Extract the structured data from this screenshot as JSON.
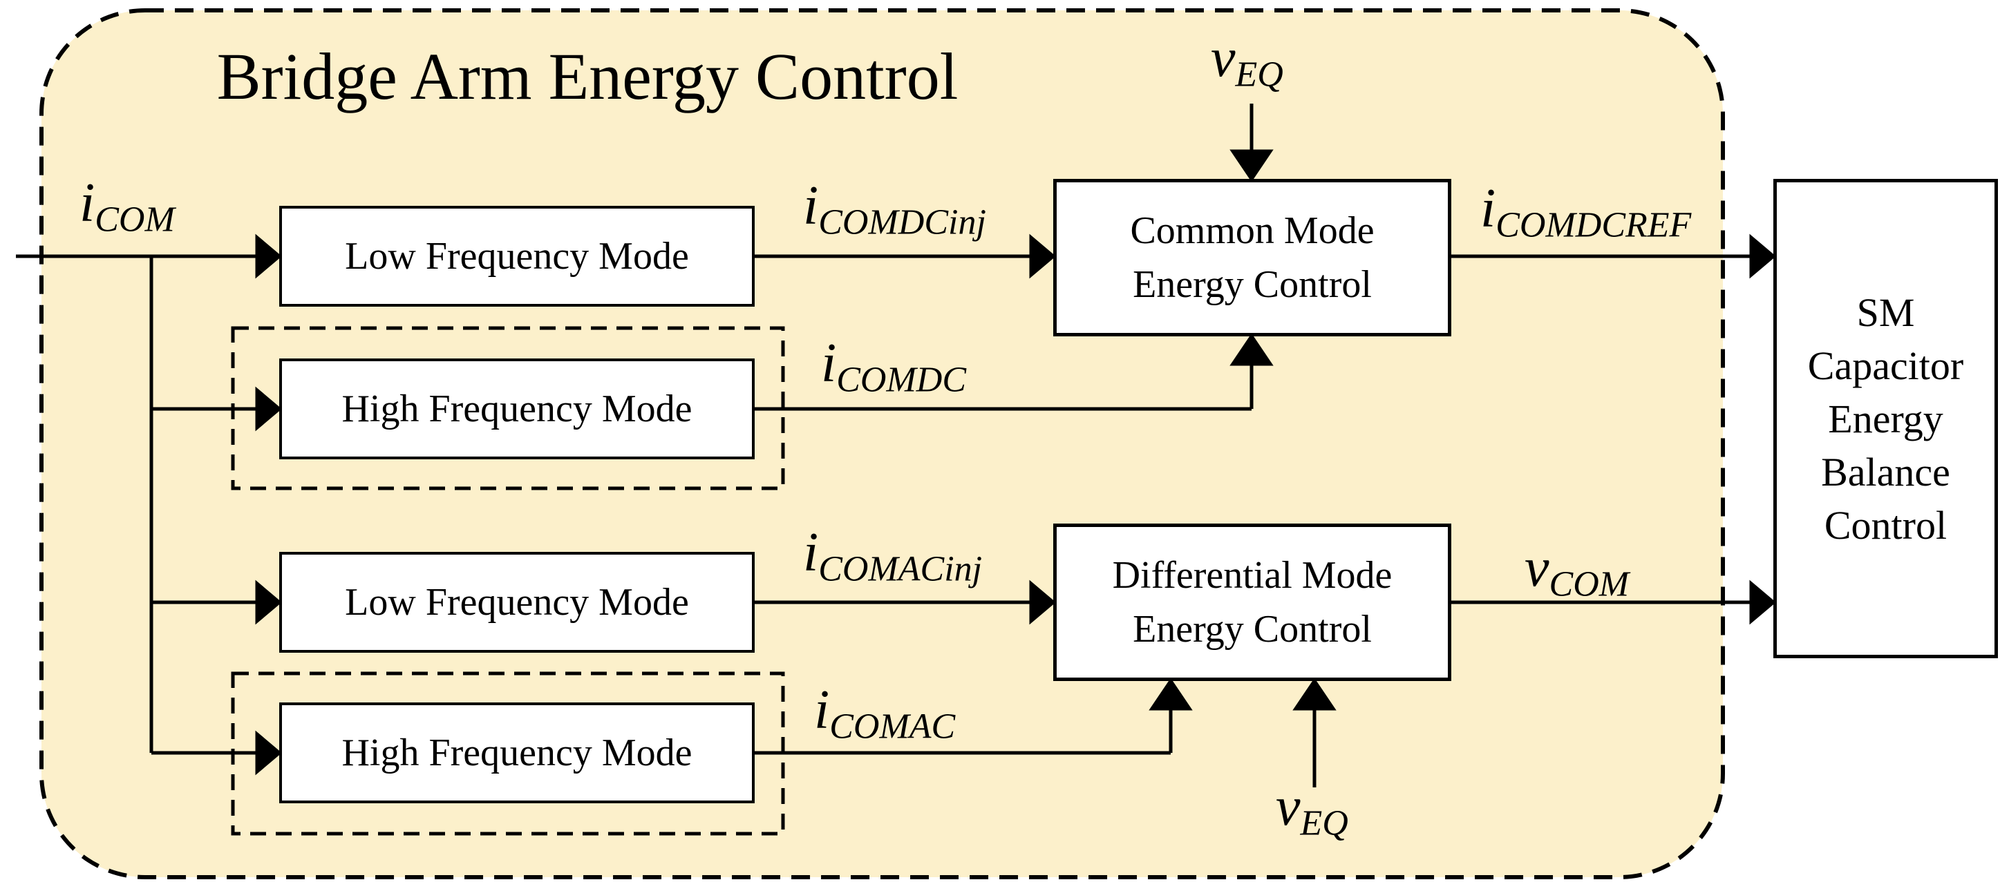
{
  "title": "Bridge Arm Energy Control",
  "colors": {
    "container_fill": "#FCF0CB",
    "box_fill": "#FFFFFF",
    "line_color": "#000000",
    "page_background": "#FFFFFF"
  },
  "blocks": {
    "low_freq_1": {
      "label": "Low Frequency Mode"
    },
    "high_freq_1": {
      "label": "High Frequency Mode"
    },
    "low_freq_2": {
      "label": "Low Frequency Mode"
    },
    "high_freq_2": {
      "label": "High Frequency Mode"
    },
    "common_mode": {
      "line1": "Common Mode",
      "line2": "Energy Control"
    },
    "differential_mode": {
      "line1": "Differential Mode",
      "line2": "Energy Control"
    },
    "sm_capacitor": {
      "lines": [
        "SM",
        "Capacitor",
        "Energy",
        "Balance",
        "Control"
      ]
    }
  },
  "signals": {
    "i_com": {
      "base": "i",
      "sub": "COM"
    },
    "i_comdcinj": {
      "base": "i",
      "sub": "COMDCinj"
    },
    "i_comdc": {
      "base": "i",
      "sub": "COMDC"
    },
    "i_comdcref": {
      "base": "i",
      "sub": "COMDCREF"
    },
    "i_comacinj": {
      "base": "i",
      "sub": "COMACinj"
    },
    "i_comac": {
      "base": "i",
      "sub": "COMAC"
    },
    "v_eq_top": {
      "base": "v",
      "sub": "EQ"
    },
    "v_eq_bottom": {
      "base": "v",
      "sub": "EQ"
    },
    "v_com": {
      "base": "v",
      "sub": "COM"
    }
  }
}
